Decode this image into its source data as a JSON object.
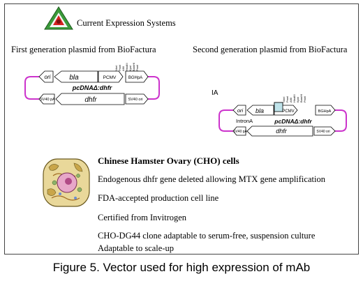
{
  "header": {
    "title": "Current Expression Systems"
  },
  "colors": {
    "backbone": "#cc33cc",
    "intron_box": "#bfe3ea",
    "logo_red": "#d42020",
    "logo_green": "#3a9a3a"
  },
  "plasmids": [
    {
      "heading": "First generation plasmid from BioFactura",
      "name": "pcDNAΔ:dhfr",
      "labels": {
        "ori": "ori",
        "bla": "bla",
        "pcmv": "PCMV",
        "bghpa": "BGHpA",
        "sv40pa": "SV40 pA",
        "dhfr": "dhfr",
        "sv40ori": "SV40 ori",
        "sites": [
          "NheI",
          "PmeI",
          "AflII",
          "HindIII",
          "KpnI",
          "BamHI",
          "PmeI"
        ]
      }
    },
    {
      "heading": "Second generation plasmid from BioFactura",
      "tag": "IA",
      "name": "pcDNAΔ:dhfr",
      "labels": {
        "ori": "ori",
        "bla": "bla",
        "pcmv": "PCMV",
        "bghpa": "BGHpA",
        "intron": "IntronA",
        "sv40pa": "SV40 pA",
        "dhfr": "dhfr",
        "sv40ori": "SV40 ori",
        "sites": [
          "NheI",
          "PmeI",
          "AflII",
          "HindIII",
          "KpnI",
          "BamHI",
          "PmeI"
        ]
      }
    }
  ],
  "cells": {
    "title": "Chinese Hamster Ovary (CHO) cells",
    "points": [
      "Endogenous dhfr gene deleted allowing MTX gene amplification",
      "FDA-accepted production cell line",
      "Certified from Invitrogen",
      "CHO-DG44 clone adaptable to serum-free, suspension culture",
      "Adaptable to scale-up"
    ]
  },
  "caption": "Figure 5. Vector used for high expression of mAb"
}
